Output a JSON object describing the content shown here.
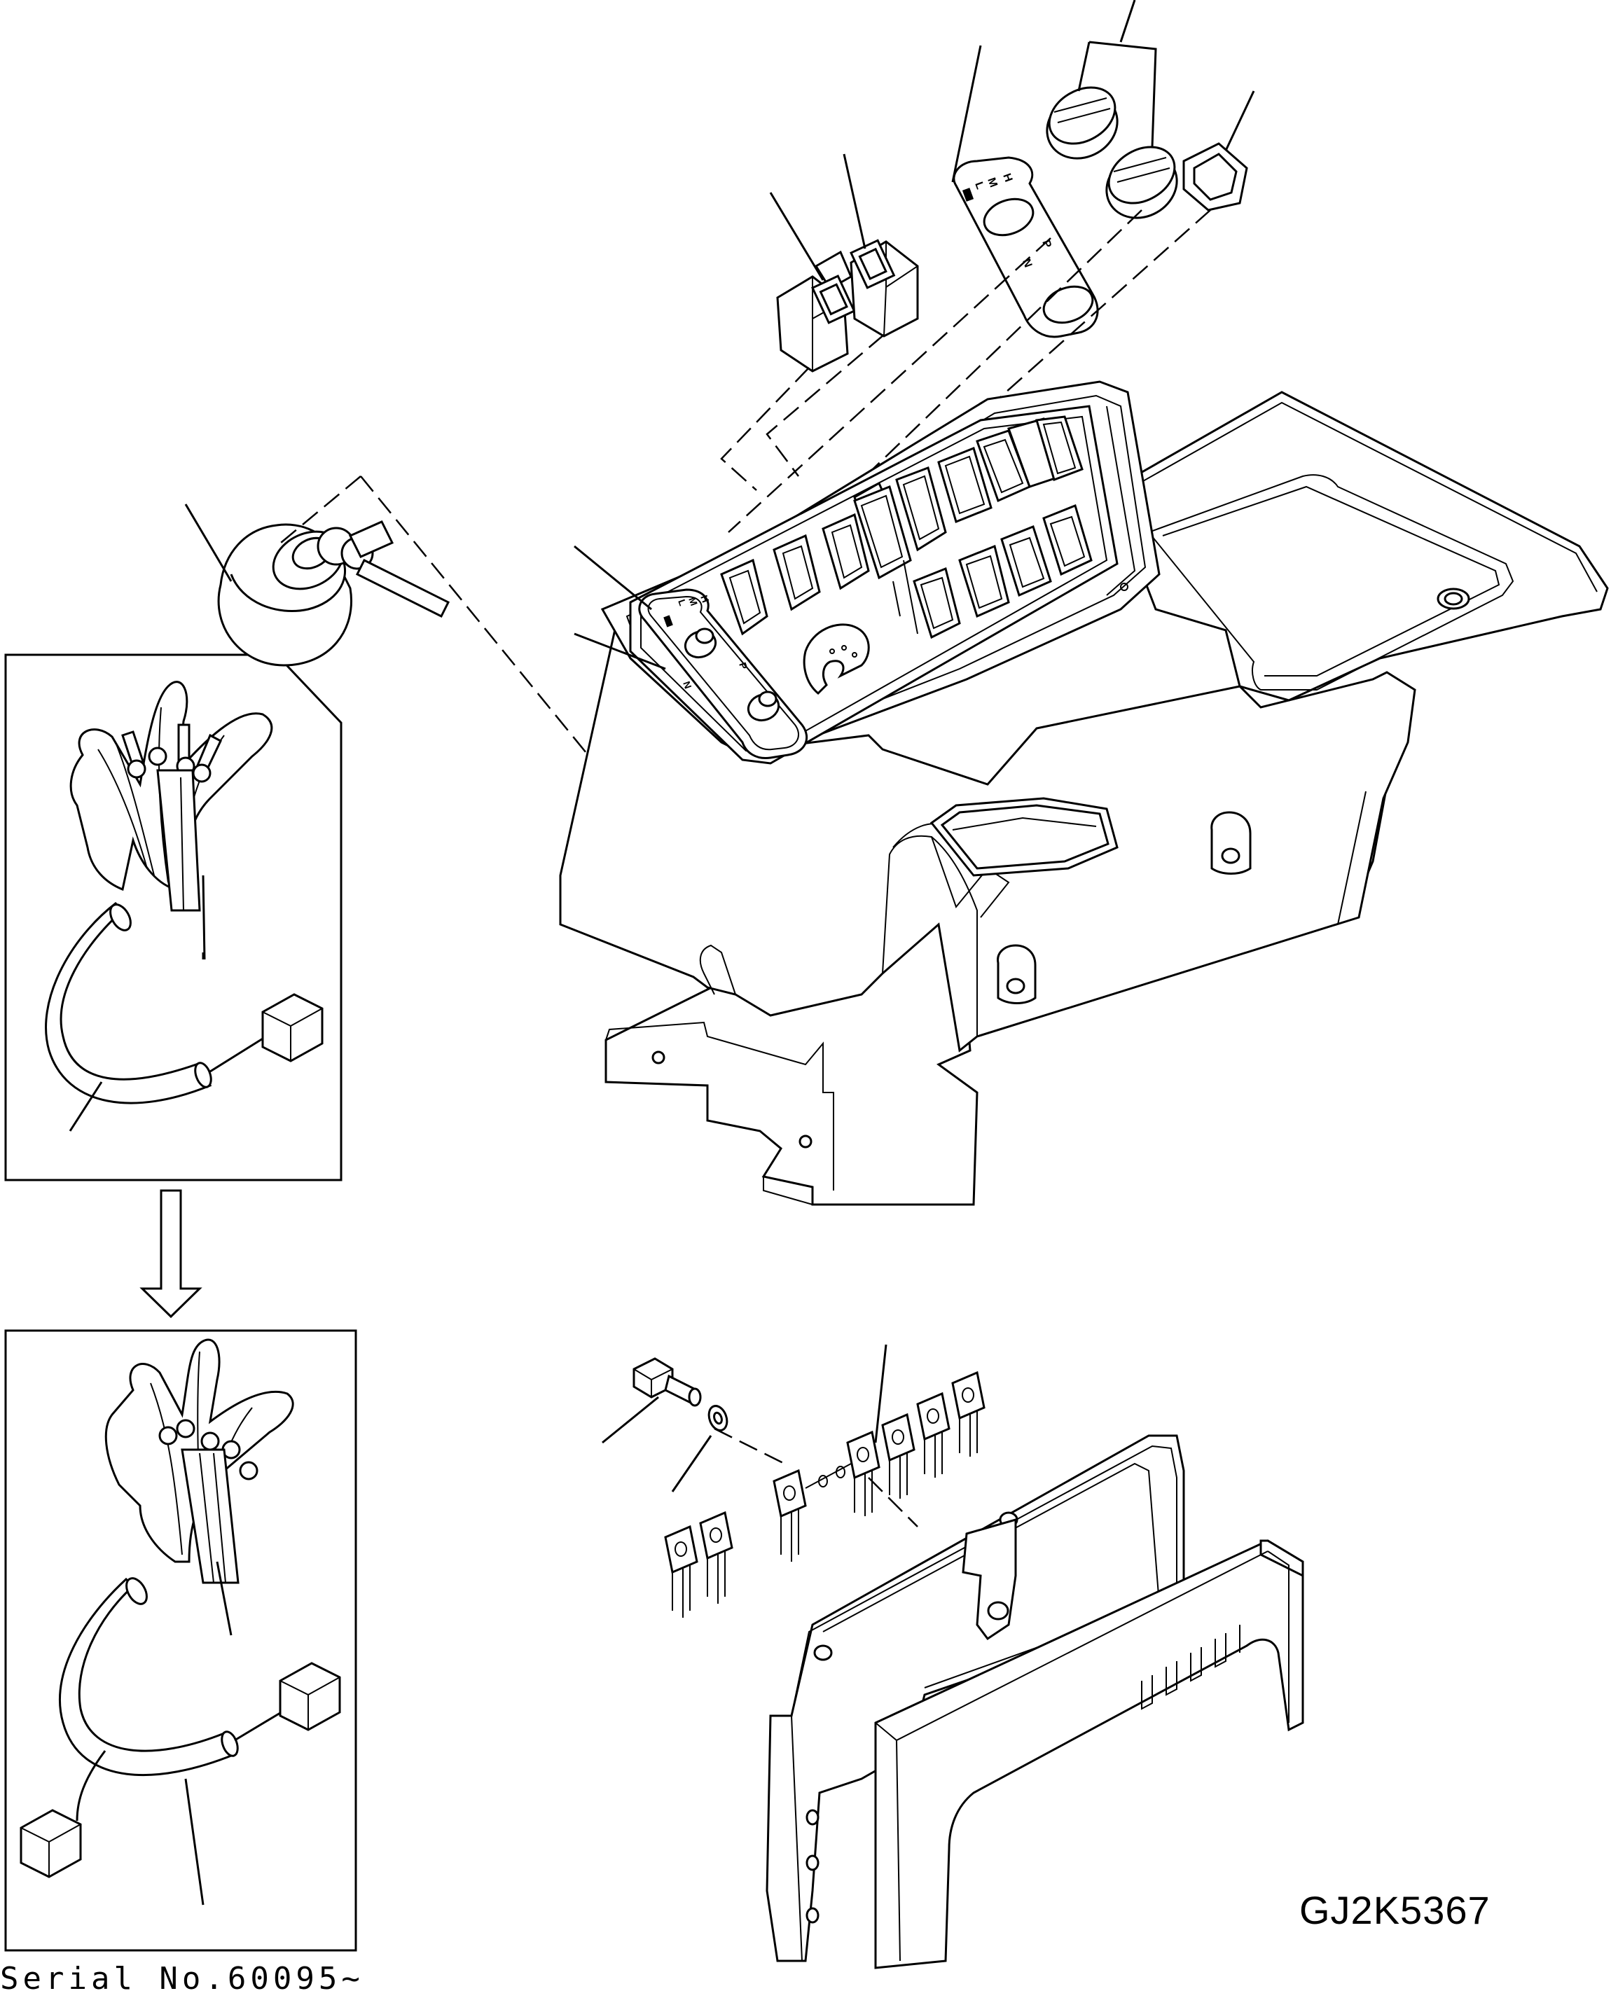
{
  "drawing_code": "GJ2K5367",
  "serial_note": "Serial No.60095~",
  "panel_markings": {
    "upper_switch": [
      "L",
      "M",
      "H"
    ],
    "lower_switch": [
      "N",
      "P"
    ]
  },
  "icons": {
    "change_arrow": "down-arrow-icon",
    "key": "key-icon",
    "connector": "connector-icon"
  }
}
